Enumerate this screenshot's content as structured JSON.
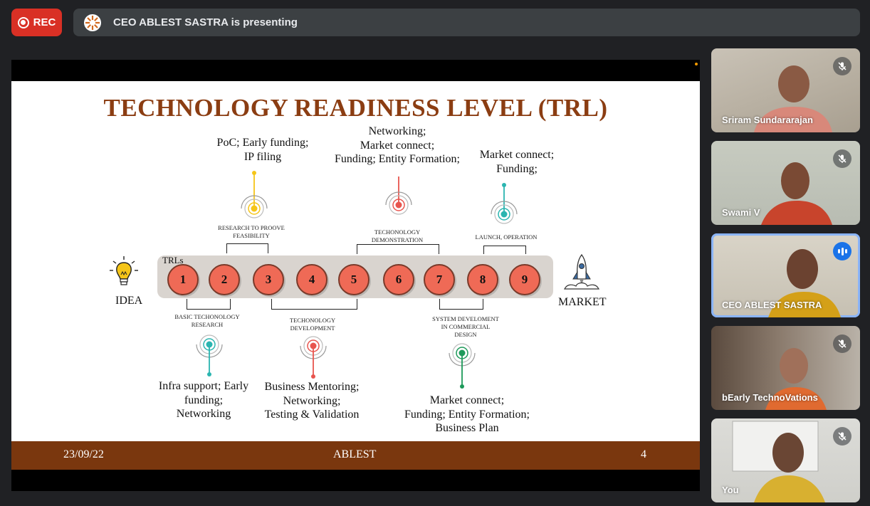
{
  "meeting": {
    "rec_label": "REC",
    "presenting_text": "CEO ABLEST SASTRA is presenting"
  },
  "slide": {
    "title": "TECHNOLOGY READINESS LEVEL (TRL)",
    "trls_label": "TRLs",
    "levels": [
      "1",
      "2",
      "3",
      "4",
      "5",
      "6",
      "7",
      "8",
      "9"
    ],
    "idea_label": "IDEA",
    "market_label": "MARKET",
    "top_notes": [
      "PoC; Early funding;\nIP filing",
      "Networking;\nMarket connect;\nFunding; Entity Formation;",
      "Market connect;\nFunding;"
    ],
    "top_captions": [
      "RESEARCH TO PROOVE\nFEASIBILITY",
      "TECHONOLOGY\nDEMONSTRATION",
      "LAUNCH, OPERATION"
    ],
    "bottom_captions": [
      "BASIC TECHONOLOGY\nRESEARCH",
      "TECHONOLOGY\nDEVELOPMENT",
      "SYSTEM DEVELOMENT\nIN COMMERCIAL\nDESIGN"
    ],
    "bottom_notes": [
      "Infra support; Early\nfunding;\nNetworking",
      "Business Mentoring;\nNetworking;\nTesting & Validation",
      "Market connect;\nFunding; Entity Formation;\nBusiness Plan"
    ],
    "footer": {
      "date": "23/09/22",
      "org": "ABLEST",
      "page": "4"
    },
    "colors": {
      "title": "#8b3d12",
      "footer": "#7a370e",
      "circle": "#ef6a56",
      "yellow": "#f5c518",
      "red": "#e8554e",
      "teal": "#2bb5b0",
      "green": "#1e9a5a"
    }
  },
  "participants": [
    {
      "name": "Sriram Sundararajan",
      "status": "muted"
    },
    {
      "name": "Swami V",
      "status": "muted"
    },
    {
      "name": "CEO ABLEST SASTRA",
      "status": "speaking"
    },
    {
      "name": "bEarly TechnoVations",
      "status": "muted"
    },
    {
      "name": "You",
      "status": "muted"
    }
  ]
}
